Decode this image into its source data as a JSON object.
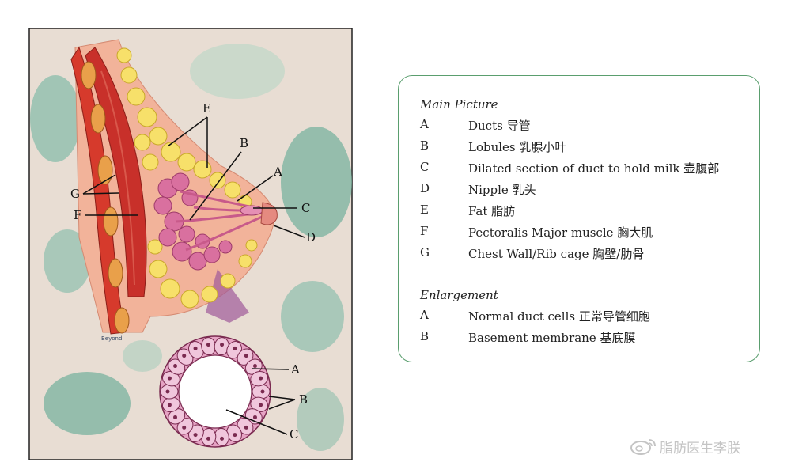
{
  "illustration": {
    "signature": "Beyond",
    "labels": {
      "E": "E",
      "B": "B",
      "A": "A",
      "C": "C",
      "D": "D",
      "F": "F",
      "G": "G",
      "enl_A": "A",
      "enl_B": "B",
      "enl_C": "C"
    },
    "colors": {
      "background": "#e8ddd3",
      "teal": "#7fb5a2",
      "muscle": "#c8302a",
      "fat": "#f7e06a",
      "lobules": "#d9709f",
      "skin": "#f2b39a"
    }
  },
  "legend": {
    "main_heading": "Main Picture",
    "main_items": [
      {
        "letter": "A",
        "text": "Ducts 导管"
      },
      {
        "letter": "B",
        "text": "Lobules 乳腺小叶"
      },
      {
        "letter": "C",
        "text": "Dilated section of duct to hold milk 壶腹部"
      },
      {
        "letter": "D",
        "text": "Nipple 乳头"
      },
      {
        "letter": "E",
        "text": "Fat 脂肪"
      },
      {
        "letter": "F",
        "text": "Pectoralis Major muscle 胸大肌"
      },
      {
        "letter": "G",
        "text": "Chest Wall/Rib cage 胸壁/肋骨"
      }
    ],
    "enl_heading": "Enlargement",
    "enl_items": [
      {
        "letter": "A",
        "text": "Normal duct cells 正常导管细胞"
      },
      {
        "letter": "B",
        "text": "Basement membrane 基底膜"
      }
    ]
  },
  "watermark": {
    "text": "脂肪医生李朕"
  }
}
